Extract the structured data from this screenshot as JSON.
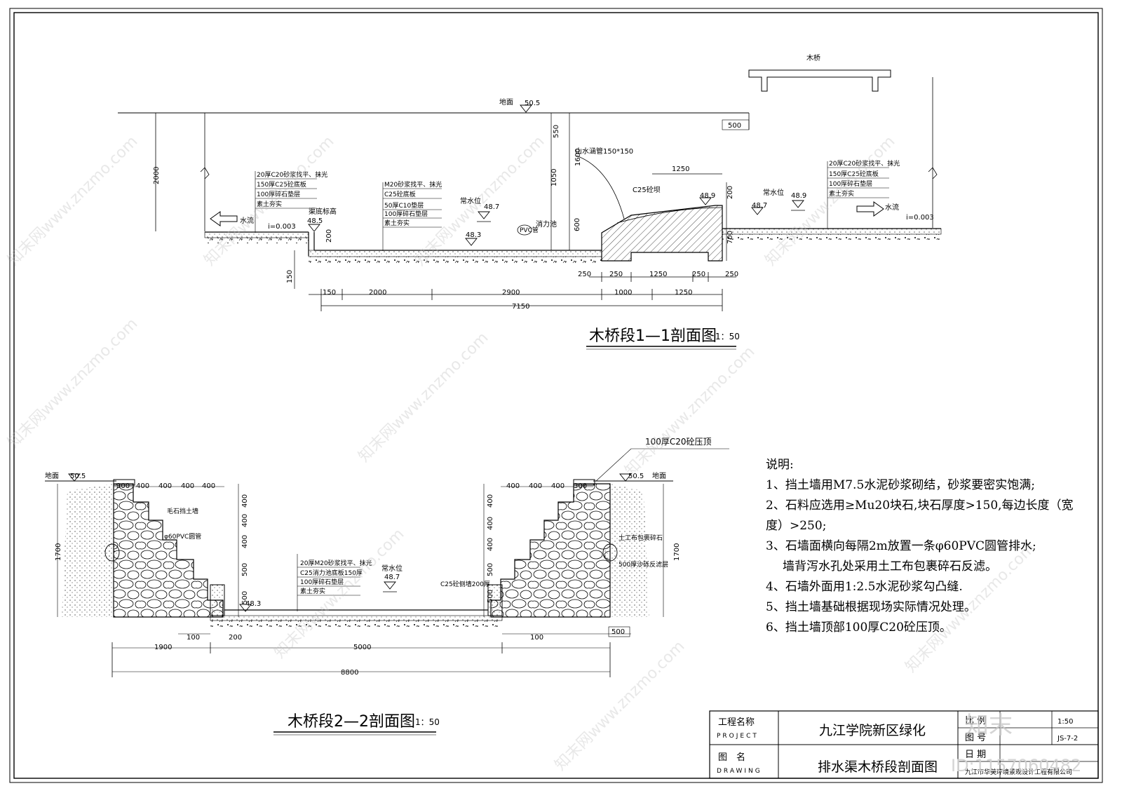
{
  "labels": {
    "ground": "地面",
    "elev_505": "50.5",
    "elev_489": "48.9",
    "elev_487": "48.7",
    "elev_485": "48.5",
    "elev_483": "48.3",
    "water_flow": "水流",
    "slope": "i=0.003",
    "channel_bottom": "渠底标高",
    "normal_water": "常水位",
    "dissipation_pool": "消力池",
    "mountain_culvert": "山水涵管150*150",
    "dam": "C25砼坝",
    "wood_bridge": "木桥",
    "rubble_wall": "毛石挡土墙",
    "pvc_pipe": "φ60PVC圆管",
    "geotextile": "土工布包裹碎石",
    "sand_filter": "500厚沙砾反滤层",
    "side_wall": "C25砼侧墙200厚",
    "coping": "100厚C20砼压顶",
    "pvc_mark": "PVC管"
  },
  "layer_left": [
    "20厚C20砂浆找平、抹光",
    "150厚C25砼底板",
    "100厚碎石垫层",
    "素土夯实"
  ],
  "layer_mid": [
    "M20砂浆找平、抹光",
    "C25砼底板",
    "50厚C10垫层",
    "100厚碎石垫层",
    "素土夯实"
  ],
  "layer_right": [
    "20厚C20砂浆找平、抹光",
    "150厚C25砼底板",
    "100厚碎石垫层",
    "素土夯实"
  ],
  "layer_s2": [
    "20厚M20砂浆找平、抹光",
    "C25消力池底板150厚",
    "100厚碎石垫层",
    "素土夯实"
  ],
  "dims_s1": {
    "d500": "500",
    "d550": "550",
    "d1600": "1600",
    "d2000": "2000",
    "d1050": "1050",
    "d600": "600",
    "d200": "200",
    "d700": "700",
    "d150": "150",
    "d250": "250",
    "d1250": "1250",
    "d2000b": "2000",
    "d2900": "2900",
    "d1000": "1000",
    "d7150": "7150"
  },
  "dims_s2": {
    "d300": "300",
    "d400": "400",
    "d500": "500",
    "d1700": "1700",
    "d100": "100",
    "d200": "200",
    "d1900": "1900",
    "d5000": "5000",
    "d8800": "8800"
  },
  "section1_title": "木桥段1—1剖面图",
  "section2_title": "木桥段2—2剖面图",
  "scale": "1：50",
  "notes": {
    "heading": "说明:",
    "items": [
      "1、挡土墙用M7.5水泥砂浆砌结，砂浆要密实饱满;",
      "2、石料应选用≥Mu20块石,块石厚度>150,每边长度（宽",
      "度）>250;",
      "3、石墙面横向每隔2m放置一条φ60PVC圆管排水;",
      "墙背泻水孔处采用土工布包裹碎石反滤。",
      "4、石墙外面用1:2.5水泥砂浆勾凸缝.",
      "5、挡土墙基础根据现场实际情况处理。",
      "6、挡土墙顶部100厚C20砼压顶。"
    ]
  },
  "title_block": {
    "project_label": "工程名称",
    "project_label_en": "PROJECT",
    "project_name": "九江学院新区绿化",
    "drawing_label": "图　名",
    "drawing_label_en": "DRAWING",
    "drawing_name": "排水渠木桥段剖面图",
    "scale_label": "比 例",
    "scale_value": "1:50",
    "number_label": "图 号",
    "number_value": "JS-7-2",
    "date_label": "日 期",
    "company": "九江市华美环境景观设计工程有限公司"
  },
  "watermark": {
    "text": "知末网www.znzmo.com",
    "brand": "知末",
    "id": "ID:1157060482"
  }
}
